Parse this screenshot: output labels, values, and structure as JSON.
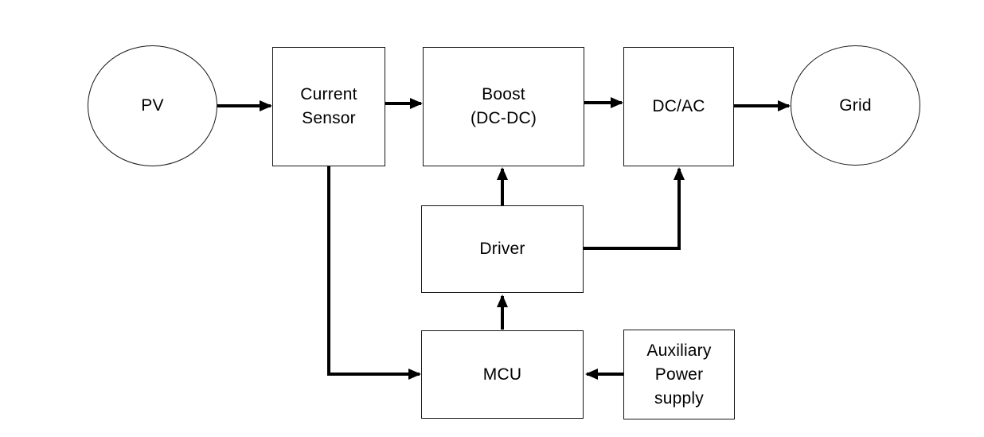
{
  "diagram": {
    "background": "#ffffff",
    "line_color": "#000000",
    "border_color": "#161616",
    "text_color": "#000000",
    "nodes": [
      {
        "id": "pv",
        "shape": "ellipse",
        "label": "PV"
      },
      {
        "id": "current-sensor",
        "shape": "rect",
        "label": "Current\nSensor"
      },
      {
        "id": "boost",
        "shape": "rect",
        "label": "Boost\n(DC-DC)"
      },
      {
        "id": "dc-ac",
        "shape": "rect",
        "label": "DC/AC"
      },
      {
        "id": "grid",
        "shape": "ellipse",
        "label": "Grid"
      },
      {
        "id": "driver",
        "shape": "rect",
        "label": "Driver"
      },
      {
        "id": "mcu",
        "shape": "rect",
        "label": "MCU"
      },
      {
        "id": "aux-power",
        "shape": "rect",
        "label": "Auxiliary\nPower\nsupply"
      }
    ],
    "edges": [
      {
        "from": "pv",
        "to": "current-sensor",
        "style": "arrow"
      },
      {
        "from": "current-sensor",
        "to": "boost",
        "style": "arrow"
      },
      {
        "from": "boost",
        "to": "dc-ac",
        "style": "arrow"
      },
      {
        "from": "dc-ac",
        "to": "grid",
        "style": "arrow"
      },
      {
        "from": "driver",
        "to": "boost",
        "style": "arrow"
      },
      {
        "from": "driver",
        "to": "dc-ac",
        "style": "arrow-elbow"
      },
      {
        "from": "mcu",
        "to": "driver",
        "style": "arrow"
      },
      {
        "from": "current-sensor",
        "to": "mcu",
        "style": "arrow-elbow"
      },
      {
        "from": "aux-power",
        "to": "mcu",
        "style": "arrow"
      }
    ]
  }
}
